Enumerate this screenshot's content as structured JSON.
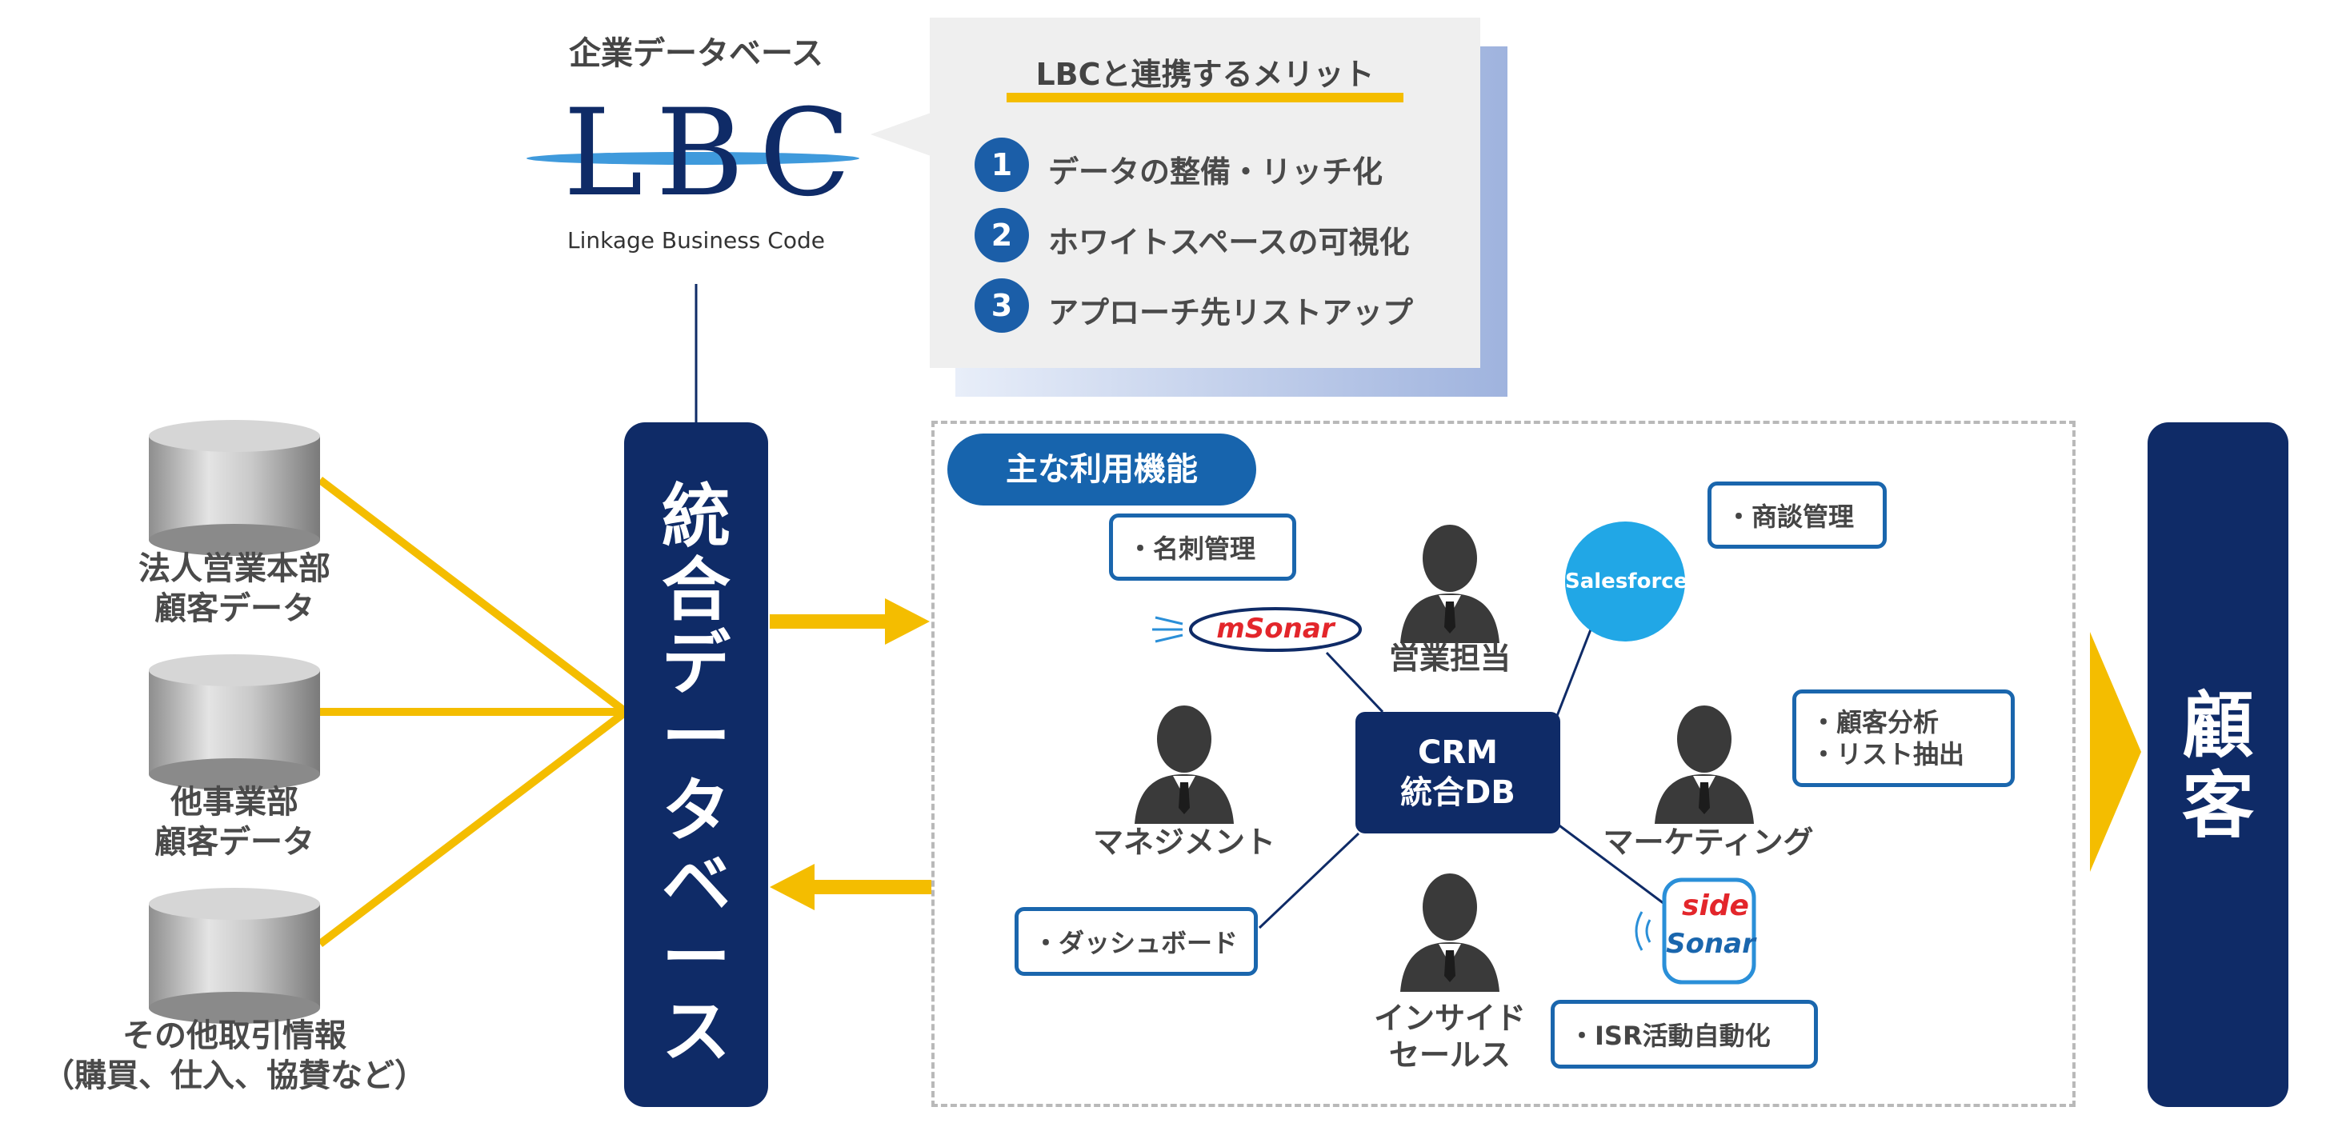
{
  "database_heading": "企業データベース",
  "lbc_logo": {
    "letters": "LBC",
    "caption": "Linkage Business Code"
  },
  "merits": {
    "title": "LBCと連携するメリット",
    "items": [
      {
        "num": "1",
        "label": "データの整備・リッチ化"
      },
      {
        "num": "2",
        "label": "ホワイトスペースの可視化"
      },
      {
        "num": "3",
        "label": "アプローチ先リストアップ"
      }
    ]
  },
  "sources": [
    {
      "line1": "法人営業本部",
      "line2": "顧客データ"
    },
    {
      "line1": "他事業部",
      "line2": "顧客データ"
    },
    {
      "line1": "その他取引情報",
      "line2": "（購買、仕入、協賛など）"
    }
  ],
  "integrated_db": "統合データベース",
  "features": {
    "pill": "主な利用機能",
    "crm_line1": "CRM",
    "crm_line2": "統合DB",
    "salesforce": "Salesforce",
    "msonar": "mSonar",
    "sidesonar_top": "side",
    "sidesonar_bottom": "Sonar",
    "tags": {
      "meishi": "・名刺管理",
      "shodan": "・商談管理",
      "analysis_1": "・顧客分析",
      "analysis_2": "・リスト抽出",
      "dashboard": "・ダッシュボード",
      "isr": "・ISR活動自動化"
    },
    "roles": {
      "sales": "営業担当",
      "management": "マネジメント",
      "marketing": "マーケティング",
      "inside_sales_1": "インサイド",
      "inside_sales_2": "セールス"
    }
  },
  "customer": "顧客",
  "colors": {
    "navy": "#0f2b67",
    "accent_yellow": "#f4bd00",
    "blue": "#1b5ea8",
    "salesforce": "#21a7e6",
    "sonar_red": "#e3262b"
  }
}
